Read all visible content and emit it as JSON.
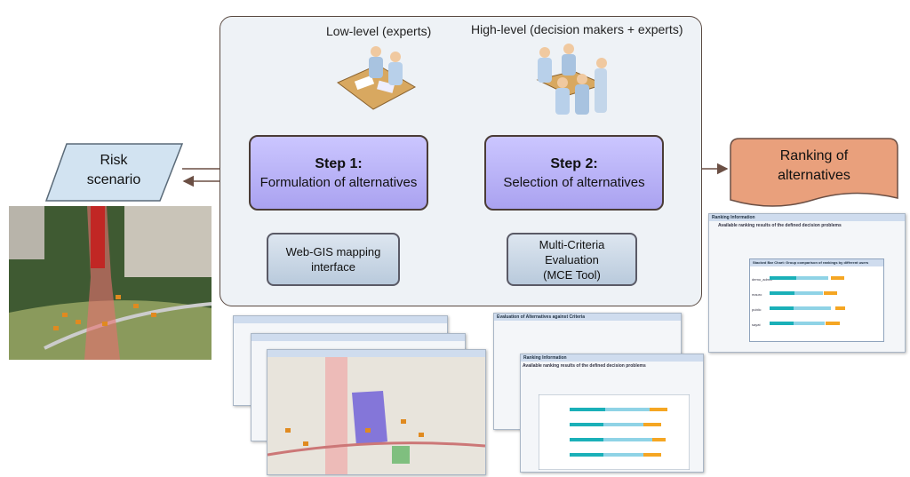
{
  "labels": {
    "low_level": "Low-level (experts)",
    "high_level": "High-level (decision makers + experts)"
  },
  "risk": {
    "line1": "Risk",
    "line2": "scenario"
  },
  "step1": {
    "title": "Step 1:",
    "subtitle": "Formulation of alternatives"
  },
  "step2": {
    "title": "Step 2:",
    "subtitle": "Selection of alternatives"
  },
  "ranking": {
    "line1": "Ranking of",
    "line2": "alternatives"
  },
  "webgis": {
    "line1": "Web-GIS mapping",
    "line2": "interface"
  },
  "mce": {
    "line1": "Multi-Criteria",
    "line2": "Evaluation",
    "line3": "(MCE Tool)"
  },
  "thumbs": {
    "ranking_title": "Ranking Information",
    "ranking_sub": "Available ranking results of the defined decision problems",
    "chart_title": "Stacked Bar Chart: Group comparison of rankings by different users",
    "eval_title": "Evaluation of Alternatives against Criteria",
    "users": [
      "demo_admin",
      "mauro",
      "public",
      "sayat"
    ]
  },
  "colors": {
    "step": "#b4adf5",
    "tool": "#c6d4e4",
    "risk": "#d2e3f1",
    "ranking": "#e9a07c",
    "arrow": "#6b4f44"
  }
}
